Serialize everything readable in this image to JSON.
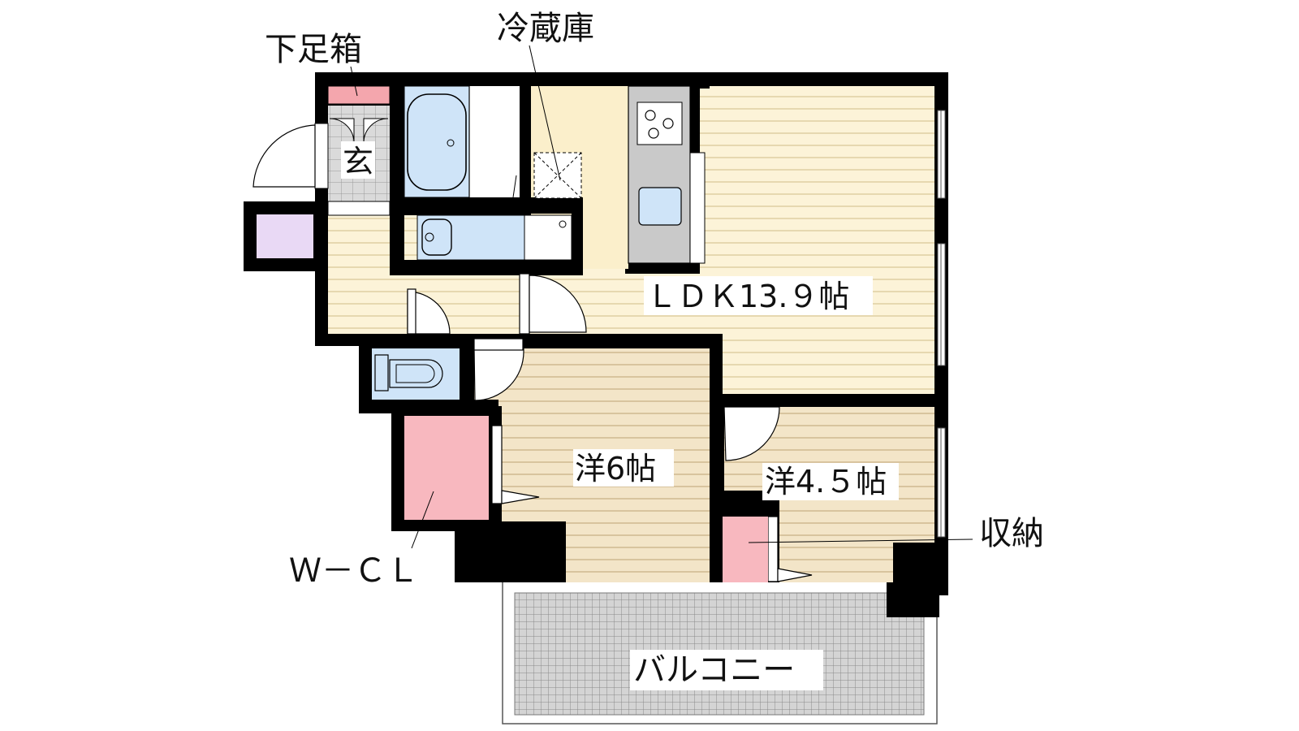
{
  "labels": {
    "shoe_box": "下足箱",
    "fridge": "冷蔵庫",
    "entrance": "玄",
    "ldk": "ＬＤＫ13.９帖",
    "western_6": "洋6帖",
    "western_45": "洋4.５帖",
    "storage": "収納",
    "wcl": "Ｗ－ＣＬ",
    "balcony": "バルコニー"
  },
  "colors": {
    "wall": "#000000",
    "ldk_floor": "#fcf3d8",
    "ldk_stripe": "#e0d2a8",
    "bedroom_floor": "#f2e3c7",
    "bedroom_stripe": "#d3bd96",
    "kitchen_floor": "#fbefcb",
    "bath_blue": "#cfe4f8",
    "closet_pink": "#f8b8bf",
    "shoebox_pink": "#f4a6ad",
    "purple_storage": "#e9d9f5",
    "kitchen_counter": "#c9c9c9",
    "entrance_tile": "#d9d9d9",
    "balcony_grid": "#8c8c8c"
  }
}
